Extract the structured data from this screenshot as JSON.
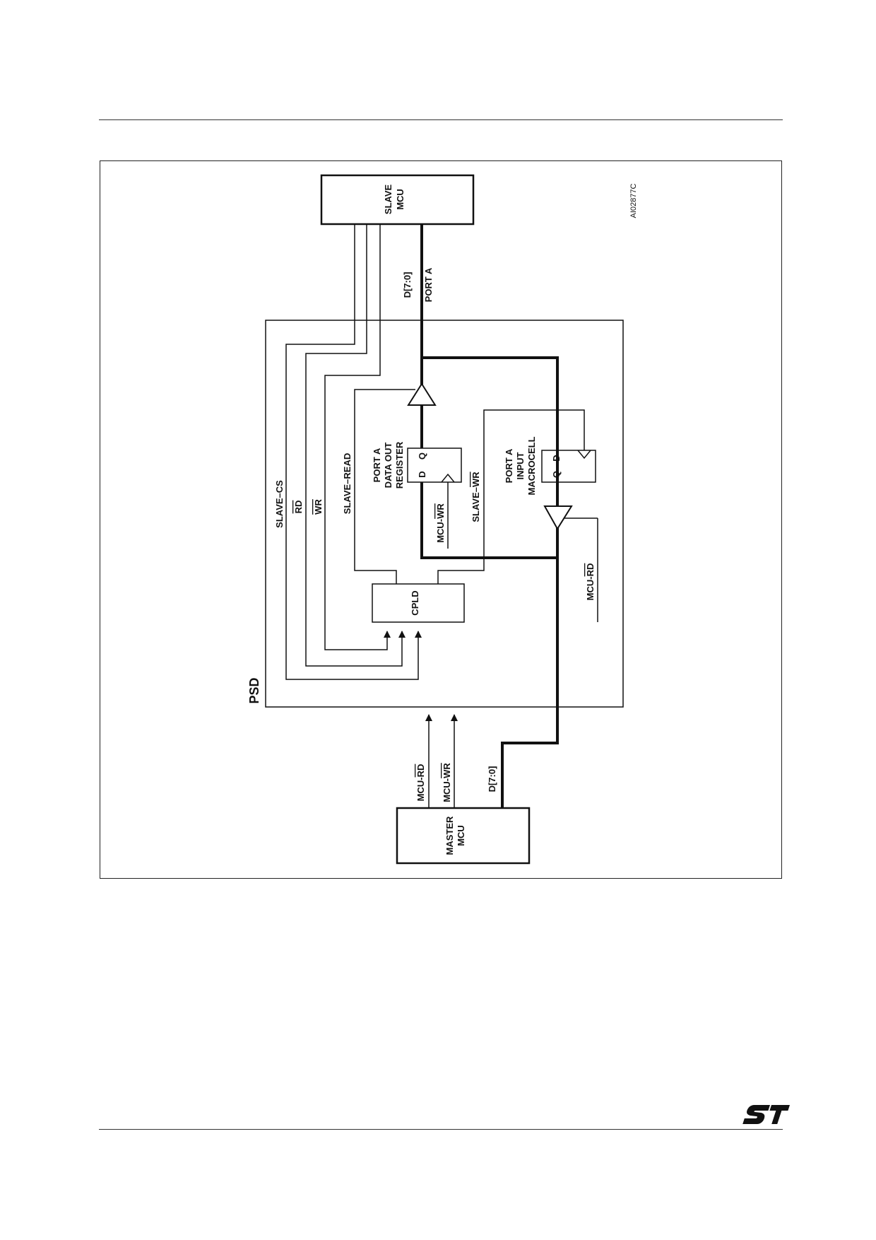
{
  "figure_id": "AI02877C",
  "brand_logo": "ST",
  "blocks": {
    "slave_mcu": [
      "SLAVE",
      "MCU"
    ],
    "master_mcu": [
      "MASTER",
      "MCU"
    ],
    "cpld": "CPLD",
    "psd": "PSD",
    "data_out_register": [
      "PORT A",
      "DATA OUT",
      "REGISTER"
    ],
    "input_macrocell": [
      "PORT A",
      "INPUT",
      "MACROCELL"
    ]
  },
  "ff_pins": {
    "d": "D",
    "q": "Q"
  },
  "signals": {
    "port_a_bus": "D[7:0]",
    "port_a": "PORT A",
    "master_bus": "D[7:0]",
    "slave_cs": "SLAVE–CS",
    "rd": "RD",
    "wr": "WR",
    "slave_read": "SLAVE–READ",
    "slave_wr_prefix": "SLAVE–",
    "slave_wr_bar": "WR",
    "mcu_prefix": "MCU-",
    "rd_bar": "RD",
    "wr_bar": "WR"
  }
}
